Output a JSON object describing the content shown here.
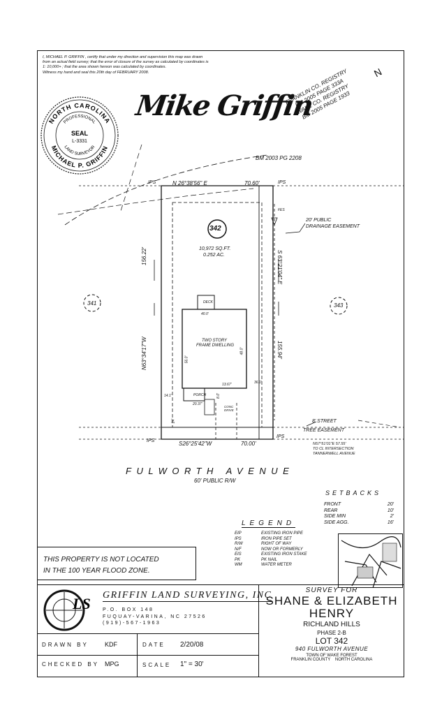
{
  "certification": {
    "line1": "I, MICHAEL P. GRIFFIN , certify that under my direction and supervision this map was drawn from an actual field survey; that the error of closure of the survey as calculated by coordinates is 1: 10,000+ ; that the area shown hereon was calculated by coordinates.",
    "line2": "Witness my hand and seal this 20th day of FEBRUARY 2008."
  },
  "signature": "Mike Griffin",
  "seal": {
    "state": "NORTH CAROLINA",
    "professional": "PROFESSIONAL",
    "seal": "SEAL",
    "license": "L-3331",
    "land_surveyor": "LAND SURVEYOR",
    "name": "MICHAEL P. GRIFFIN"
  },
  "registry_stamp": [
    "FRANKLIN CO. REGISTRY",
    "BM 2005 PAGE 333A",
    "WAKE CO. REGISTRY",
    "BM 2005 PAGE 1933"
  ],
  "north_arrow": "N",
  "bm_ref": "BM 2003 PG 2208",
  "plat": {
    "ips_tl": "IPS",
    "ips_tr": "IPS",
    "ips_bl": "IPS",
    "ips_br": "IPS",
    "top_bearing": "N 26°38'56\" E",
    "top_dist": "70.60'",
    "bottom_bearing": "S26°25'42\"W",
    "bottom_dist": "70.00'",
    "left_dist": "156.22'",
    "left_bearing": "N63°34'17\"W",
    "right_bearing": "S 63°21'04\" E",
    "right_dist": "155.94'",
    "lot_number": "342",
    "area_sqft": "10,972 SQ.FT.",
    "area_ac": "0.252 AC.",
    "neighbor_left": "341",
    "neighbor_right": "343",
    "fes": "FES",
    "easement_1": "20' PUBLIC",
    "easement_2": "DRAINAGE EASEMENT",
    "deck": "DECK",
    "dim_400": "40.0'",
    "dwelling_1": "TWO STORY",
    "dwelling_2": "FRAME DWELLING",
    "dim_560": "56.0'",
    "dim_480": "48.0'",
    "dim_1367": "13.67'",
    "porch": "PORCH",
    "dim_80": "8.0'",
    "dim_141": "14.1'",
    "dim_2037": "20.37'",
    "conc_drive": "CONC DRIVE",
    "dim_361": "36.1'",
    "dim_24": "24'",
    "street_tree_1": "8' STREET",
    "street_tree_2": "TREE EASEMENT",
    "tie_1": "N57°51'01\"E 57.55'",
    "tie_2": "TO CL INTERSECTION",
    "tie_3": "TANNERWELL AVENUE"
  },
  "road": {
    "name": "FULWORTH AVENUE",
    "row": "60' PUBLIC R/W"
  },
  "setbacks": {
    "title": "SETBACKS",
    "items": [
      {
        "label": "FRONT",
        "value": "20'"
      },
      {
        "label": "REAR",
        "value": "10'"
      },
      {
        "label": "SIDE MIN",
        "value": "2'"
      },
      {
        "label": "SIDE AGG.",
        "value": "16'"
      }
    ]
  },
  "legend": {
    "title": "LEGEND",
    "items": [
      {
        "abbr": "EIP",
        "desc": "EXISTING IRON PIPE"
      },
      {
        "abbr": "IPS",
        "desc": "IRON PIPE SET"
      },
      {
        "abbr": "R/W",
        "desc": "RIGHT OF WAY"
      },
      {
        "abbr": "N/F",
        "desc": "NOW OR FORMERLY"
      },
      {
        "abbr": "EIS",
        "desc": "EXISTING IRON STAKE"
      },
      {
        "abbr": "PK",
        "desc": "PK NAIL"
      },
      {
        "abbr": "WM",
        "desc": "WATER METER"
      }
    ]
  },
  "flood_note": {
    "line1": "THIS PROPERTY IS NOT LOCATED",
    "line2": "IN THE 100 YEAR FLOOD ZONE."
  },
  "company": {
    "logo_text": "LS",
    "name": "GRIFFIN LAND SURVEYING, INC",
    "po_box": "P.O. BOX 148",
    "city": "FUQUAY-VARINA, NC 27526",
    "phone": "(919)-567-1963"
  },
  "drawn_by_label": "DRAWN BY",
  "drawn_by": "KDF",
  "checked_by_label": "CHECKED BY",
  "checked_by": "MPG",
  "date_label": "DATE",
  "date": "2/20/08",
  "scale_label": "SCALE",
  "scale": "1\" = 30'",
  "survey": {
    "survey_for": "SURVEY FOR",
    "client": "SHANE & ELIZABETH",
    "client2": "HENRY",
    "subdivision": "RICHLAND HILLS",
    "phase": "PHASE 2-B",
    "lot": "LOT 342",
    "address": "940 FULWORTH AVENUE",
    "town": "TOWN OF WAKE FOREST",
    "county": "FRANKLIN COUNTY",
    "state": "NORTH CAROLINA"
  }
}
